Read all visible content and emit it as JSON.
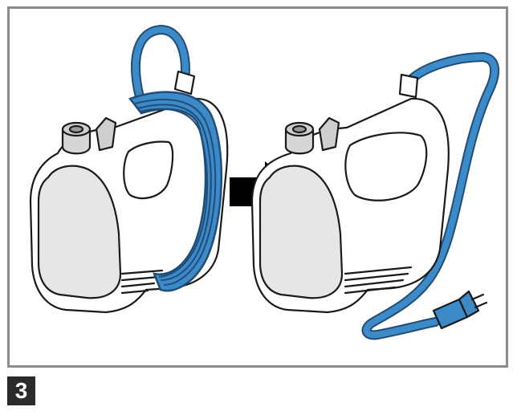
{
  "step_label": "3",
  "colors": {
    "cable": "#3d8ac8",
    "cable_dark": "#1f4d78",
    "outline": "#1a1a1a",
    "body": "#ffffff",
    "panel": "#e6e6e6",
    "frame": "#8c8c8c",
    "arrow": "#000000"
  },
  "illustration": {
    "left_device": "hand-mixer-with-cord-wrapped",
    "right_device": "hand-mixer-with-cord-unwrapped",
    "arrow": "arrow-right-icon"
  }
}
